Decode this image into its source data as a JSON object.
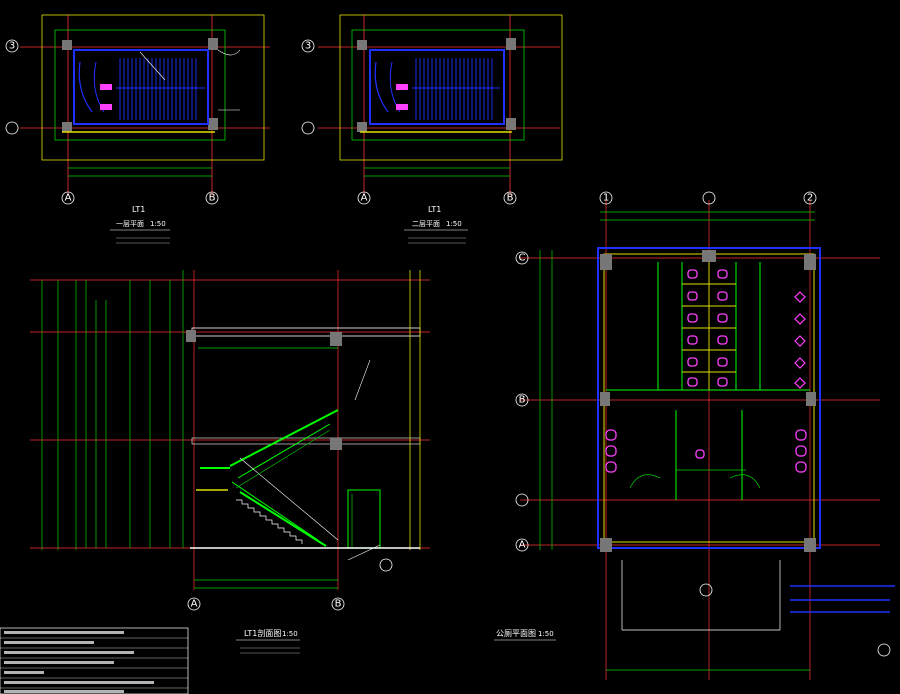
{
  "drawing": {
    "plan1": {
      "title": "LT1",
      "subtitle": "一层平面",
      "scale": "1:50"
    },
    "plan2": {
      "title": "LT1",
      "subtitle": "二层平面",
      "scale": "1:50"
    },
    "section": {
      "title": "LT1剖面图",
      "scale": "1:50"
    },
    "toilet": {
      "title": "公厕平面图",
      "scale": "1:50"
    },
    "axes": {
      "a": "A",
      "b": "B",
      "n3": "3",
      "n1": "1",
      "n2": "2",
      "c": "C"
    }
  }
}
